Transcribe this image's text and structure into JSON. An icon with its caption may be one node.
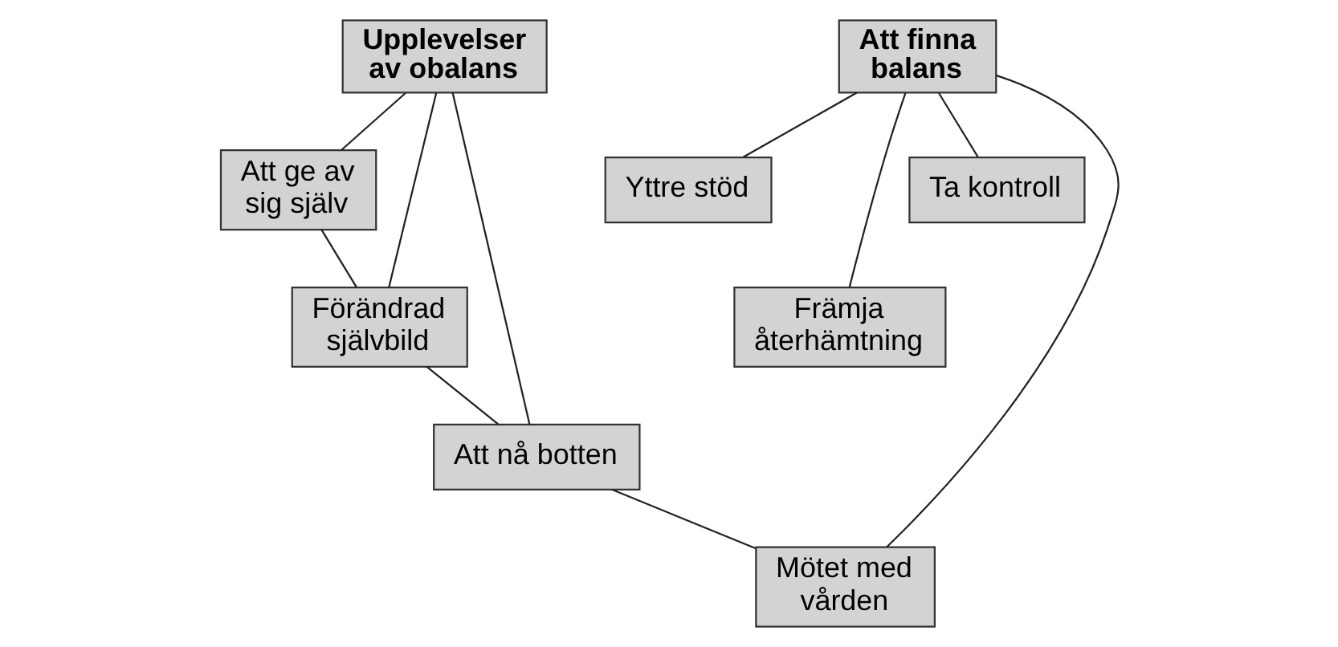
{
  "diagram": {
    "nodes": [
      {
        "text": [
          "Upplevelser av obalans"
        ]
      },
      {
        "text": [
          "Att finna balans"
        ]
      },
      {
        "text": [
          "Att ge av sig själv"
        ]
      },
      {
        "text": [
          "Förändrad självbild"
        ]
      },
      {
        "text": [
          "Att nå botten"
        ]
      },
      {
        "text": [
          "Yttre stöd"
        ]
      },
      {
        "text": [
          "Främja återhämtning"
        ]
      },
      {
        "text": [
          "Ta kontroll"
        ]
      },
      {
        "text": [
          "Mötet med vården"
        ]
      }
    ],
    "edges": [
      {
        "from": 0,
        "to": 2,
        "arrow": "none"
      },
      {
        "from": 0,
        "to": 3,
        "arrow": "none"
      },
      {
        "from": 0,
        "to": 4,
        "arrow": "none"
      },
      {
        "from": 1,
        "to": 8,
        "arrow": "none"
      },
      {
        "from": 1,
        "to": 7,
        "arrow": "none"
      },
      {
        "from": 1,
        "to": 6,
        "arrow": "none"
      },
      {
        "from": 1,
        "to": 5,
        "arrow": "none"
      },
      {
        "from": 2,
        "to": 3,
        "arrow": "none"
      },
      {
        "from": 3,
        "to": 4,
        "arrow": "none"
      },
      {
        "from": 4,
        "to": 8,
        "arrow": "none"
      }
    ]
  }
}
